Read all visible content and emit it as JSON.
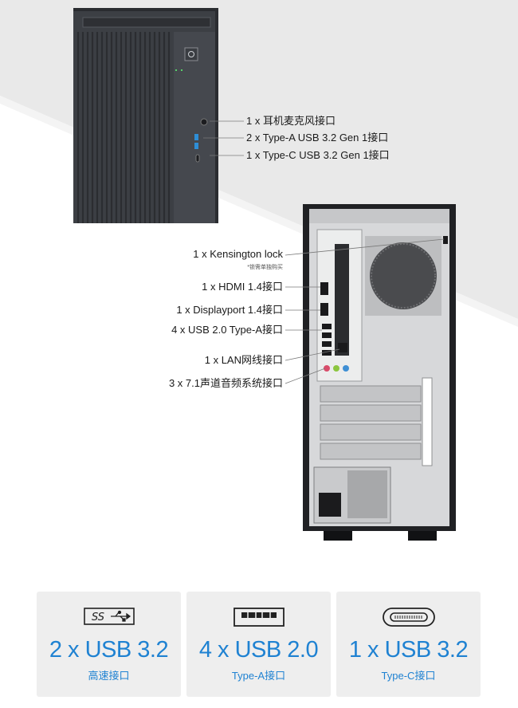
{
  "front_ports": [
    {
      "label": "1 x 耳机麦克风接口"
    },
    {
      "label": "2 x Type-A USB 3.2 Gen 1接口"
    },
    {
      "label": "1 x Type-C USB 3.2 Gen 1接口"
    }
  ],
  "rear_ports": {
    "kensington": "1 x Kensington lock",
    "kensington_note": "*锁需单独购买",
    "hdmi": "1 x HDMI 1.4接口",
    "displayport": "1 x Displayport 1.4接口",
    "usb2": "4 x USB 2.0 Type-A接口",
    "lan": "1 x LAN网线接口",
    "audio": "3 x 7.1声道音频系统接口"
  },
  "cards": [
    {
      "big": "2 x USB 3.2",
      "small": "高速接口",
      "icon": "usb-superspeed-icon",
      "icon_text": "SS"
    },
    {
      "big": "4 x USB 2.0",
      "small": "Type-A接口",
      "icon": "usb-type-a-icon"
    },
    {
      "big": "1 x USB 3.2",
      "small": "Type-C接口",
      "icon": "usb-type-c-icon"
    }
  ],
  "colors": {
    "accent": "#1f82d2",
    "background_band": "#e8e8e8",
    "chassis": "#3a3d42"
  }
}
